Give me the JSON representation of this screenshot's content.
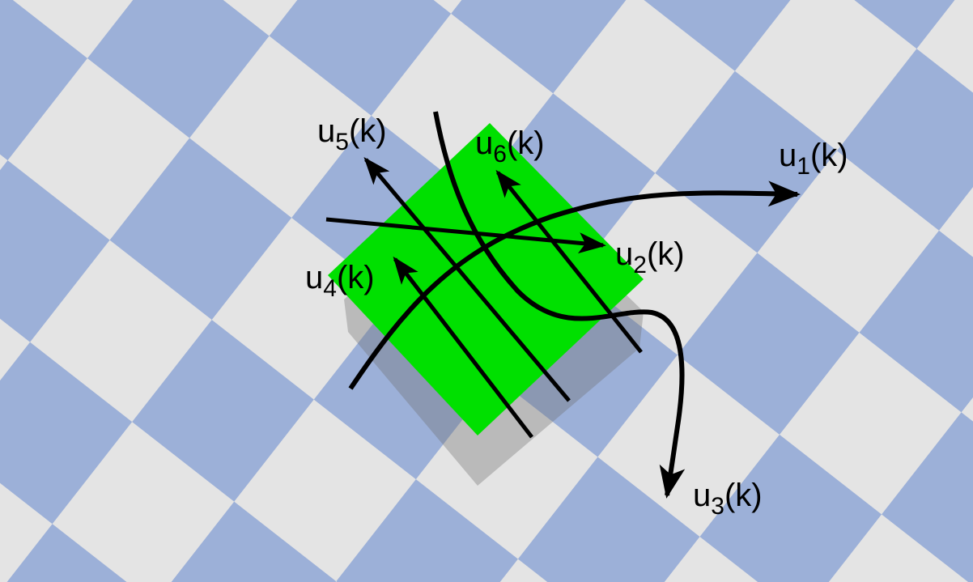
{
  "colors": {
    "checker_light": "#e4e4e4",
    "checker_blue": "#9cb0d8",
    "plate": "#00e000",
    "plate_shadow": "#7f7f7f",
    "arrow": "#000000"
  },
  "labels": {
    "u1": {
      "base": "u",
      "sub": "1",
      "tail": "(k)"
    },
    "u2": {
      "base": "u",
      "sub": "2",
      "tail": "(k)"
    },
    "u3": {
      "base": "u",
      "sub": "3",
      "tail": "(k)"
    },
    "u4": {
      "base": "u",
      "sub": "4",
      "tail": "(k)"
    },
    "u5": {
      "base": "u",
      "sub": "5",
      "tail": "(k)"
    },
    "u6": {
      "base": "u",
      "sub": "6",
      "tail": "(k)"
    }
  }
}
